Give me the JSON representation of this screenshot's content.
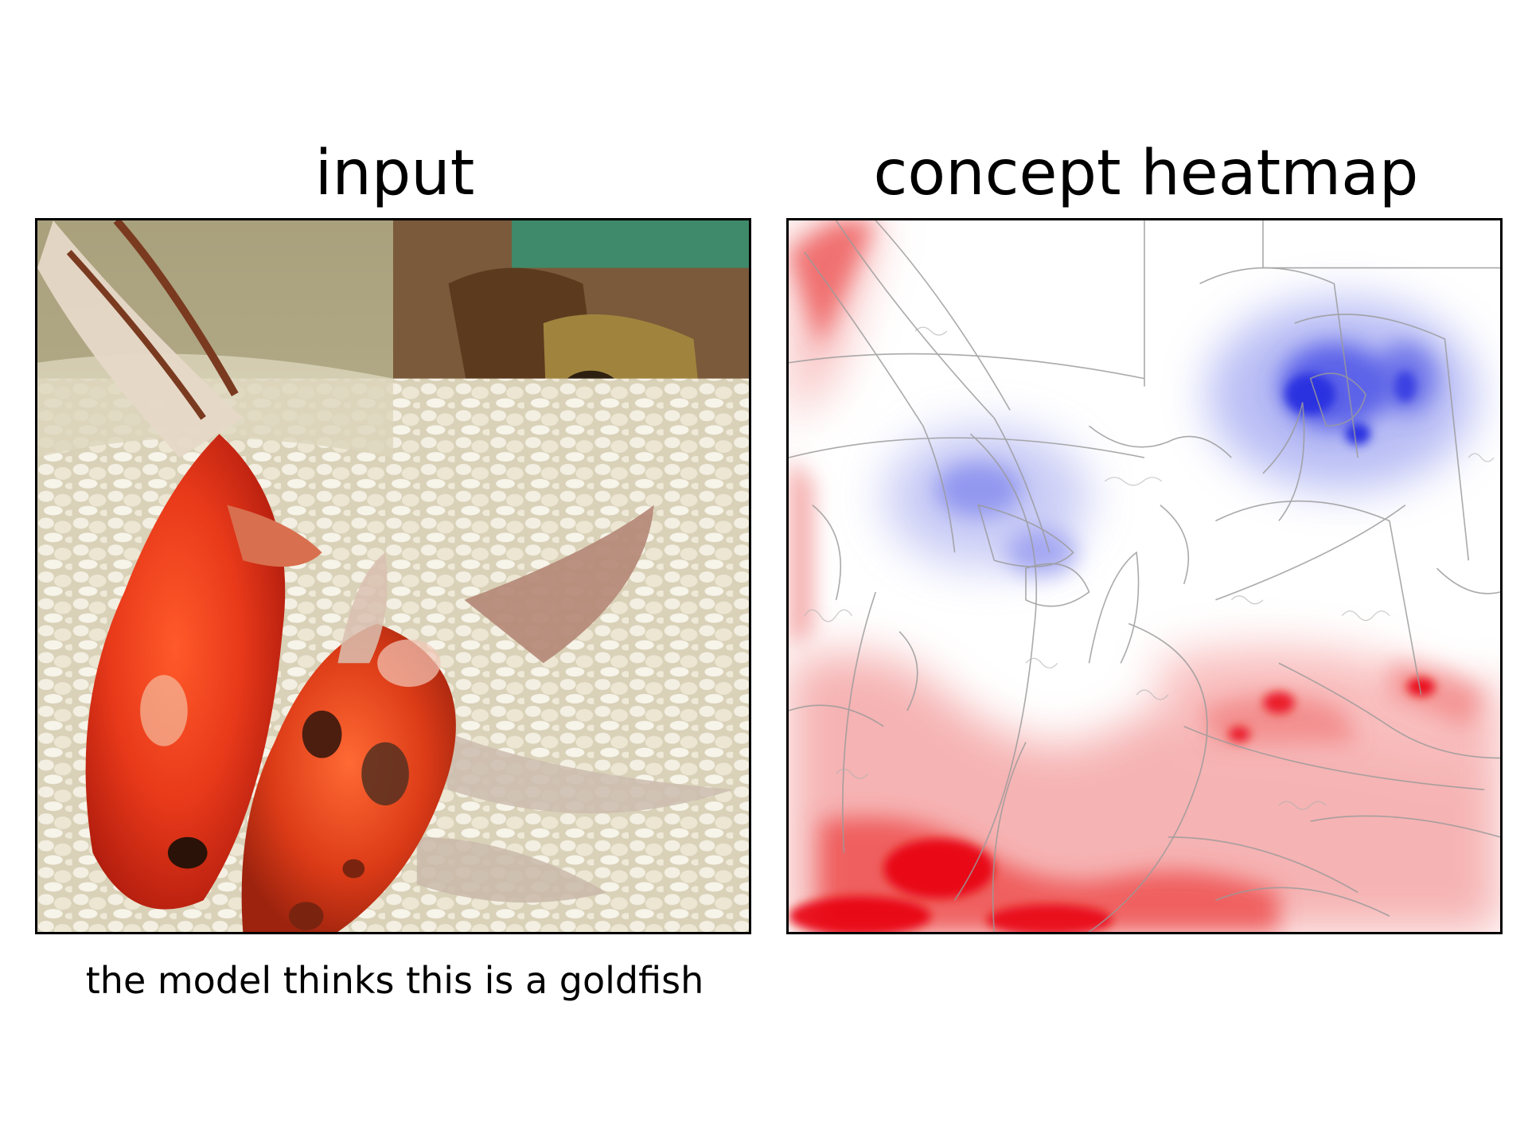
{
  "panels": {
    "left": {
      "title": "input"
    },
    "right": {
      "title": "concept heatmap"
    }
  },
  "caption": "the model thinks this is a goldfish",
  "colors": {
    "positive": "#e8000b",
    "negative": "#2b32e0",
    "contour": "#9a9a9a",
    "fish_orange": "#e8391a",
    "gravel": "#e9e3cf",
    "frame": "#000000"
  }
}
